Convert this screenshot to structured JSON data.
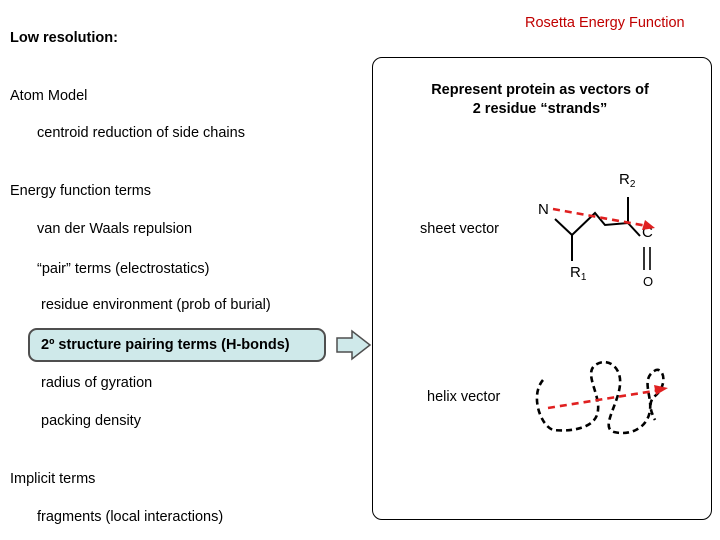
{
  "header": {
    "left_title": "Low resolution:",
    "right_title": "Rosetta  Energy Function"
  },
  "left": {
    "atom_model": "Atom Model",
    "centroid": "centroid reduction of side chains",
    "energy_terms": "Energy function terms",
    "vdw": "van der Waals repulsion",
    "pair": "“pair” terms (electrostatics)",
    "env": "residue environment (prob of burial)",
    "sec_structure": "2º structure pairing terms (H-bonds)",
    "gyration": "radius of gyration",
    "packing": "packing density",
    "implicit": "Implicit terms",
    "fragments": "fragments (local interactions)"
  },
  "panel": {
    "title_line1": "Represent protein as vectors of",
    "title_line2": "2 residue “strands”",
    "sheet_vector": "sheet vector",
    "helix_vector": "helix vector",
    "atom_r": "R",
    "atom_r2_sub": "2",
    "atom_r1_sub": "1",
    "atom_n": "N",
    "atom_c": "C",
    "atom_o": "O"
  },
  "colors": {
    "header_right": "#c00000",
    "highlight_fill": "#cfe9ea",
    "vector_red": "#e02020",
    "arrow_fill": "#cfe9ea"
  }
}
